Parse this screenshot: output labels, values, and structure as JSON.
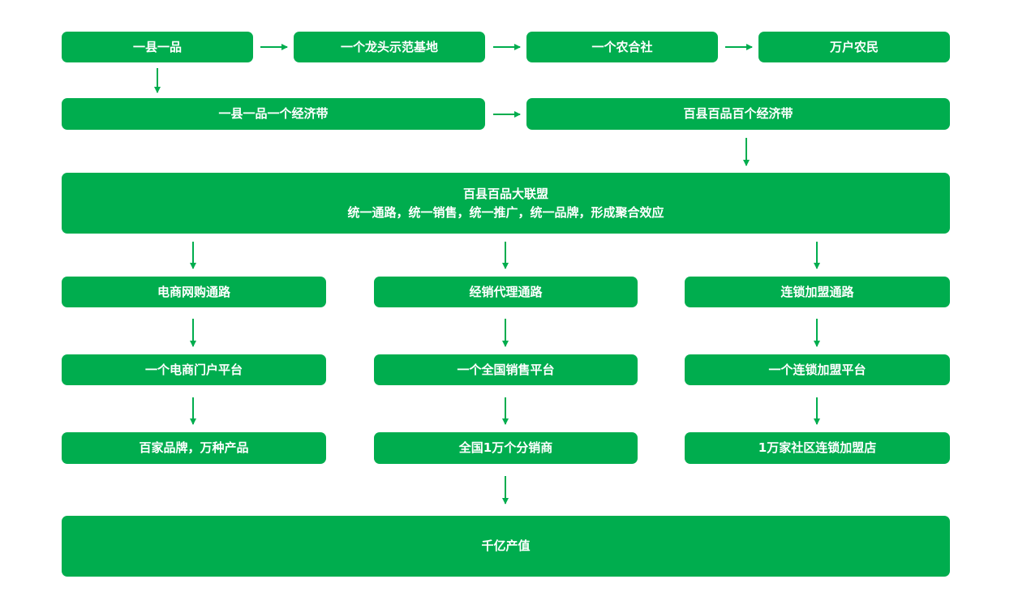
{
  "colors": {
    "box": "#00ad4e",
    "arrow": "#00ad4e",
    "text": "#ffffff"
  },
  "row1": [
    "一县一品",
    "一个龙头示范基地",
    "一个农合社",
    "万户农民"
  ],
  "row2": [
    "一县一品一个经济带",
    "百县百品百个经济带"
  ],
  "alliance": {
    "title": "百县百品大联盟",
    "subtitle": "统一通路，统一销售，统一推广，统一品牌，形成聚合效应"
  },
  "channels": [
    {
      "name": "电商网购通路",
      "platform": "一个电商门户平台",
      "result": "百家品牌，万种产品"
    },
    {
      "name": "经销代理通路",
      "platform": "一个全国销售平台",
      "result": "全国1万个分销商"
    },
    {
      "name": "连锁加盟通路",
      "platform": "一个连锁加盟平台",
      "result": "1万家社区连锁加盟店"
    }
  ],
  "final": "千亿产值"
}
